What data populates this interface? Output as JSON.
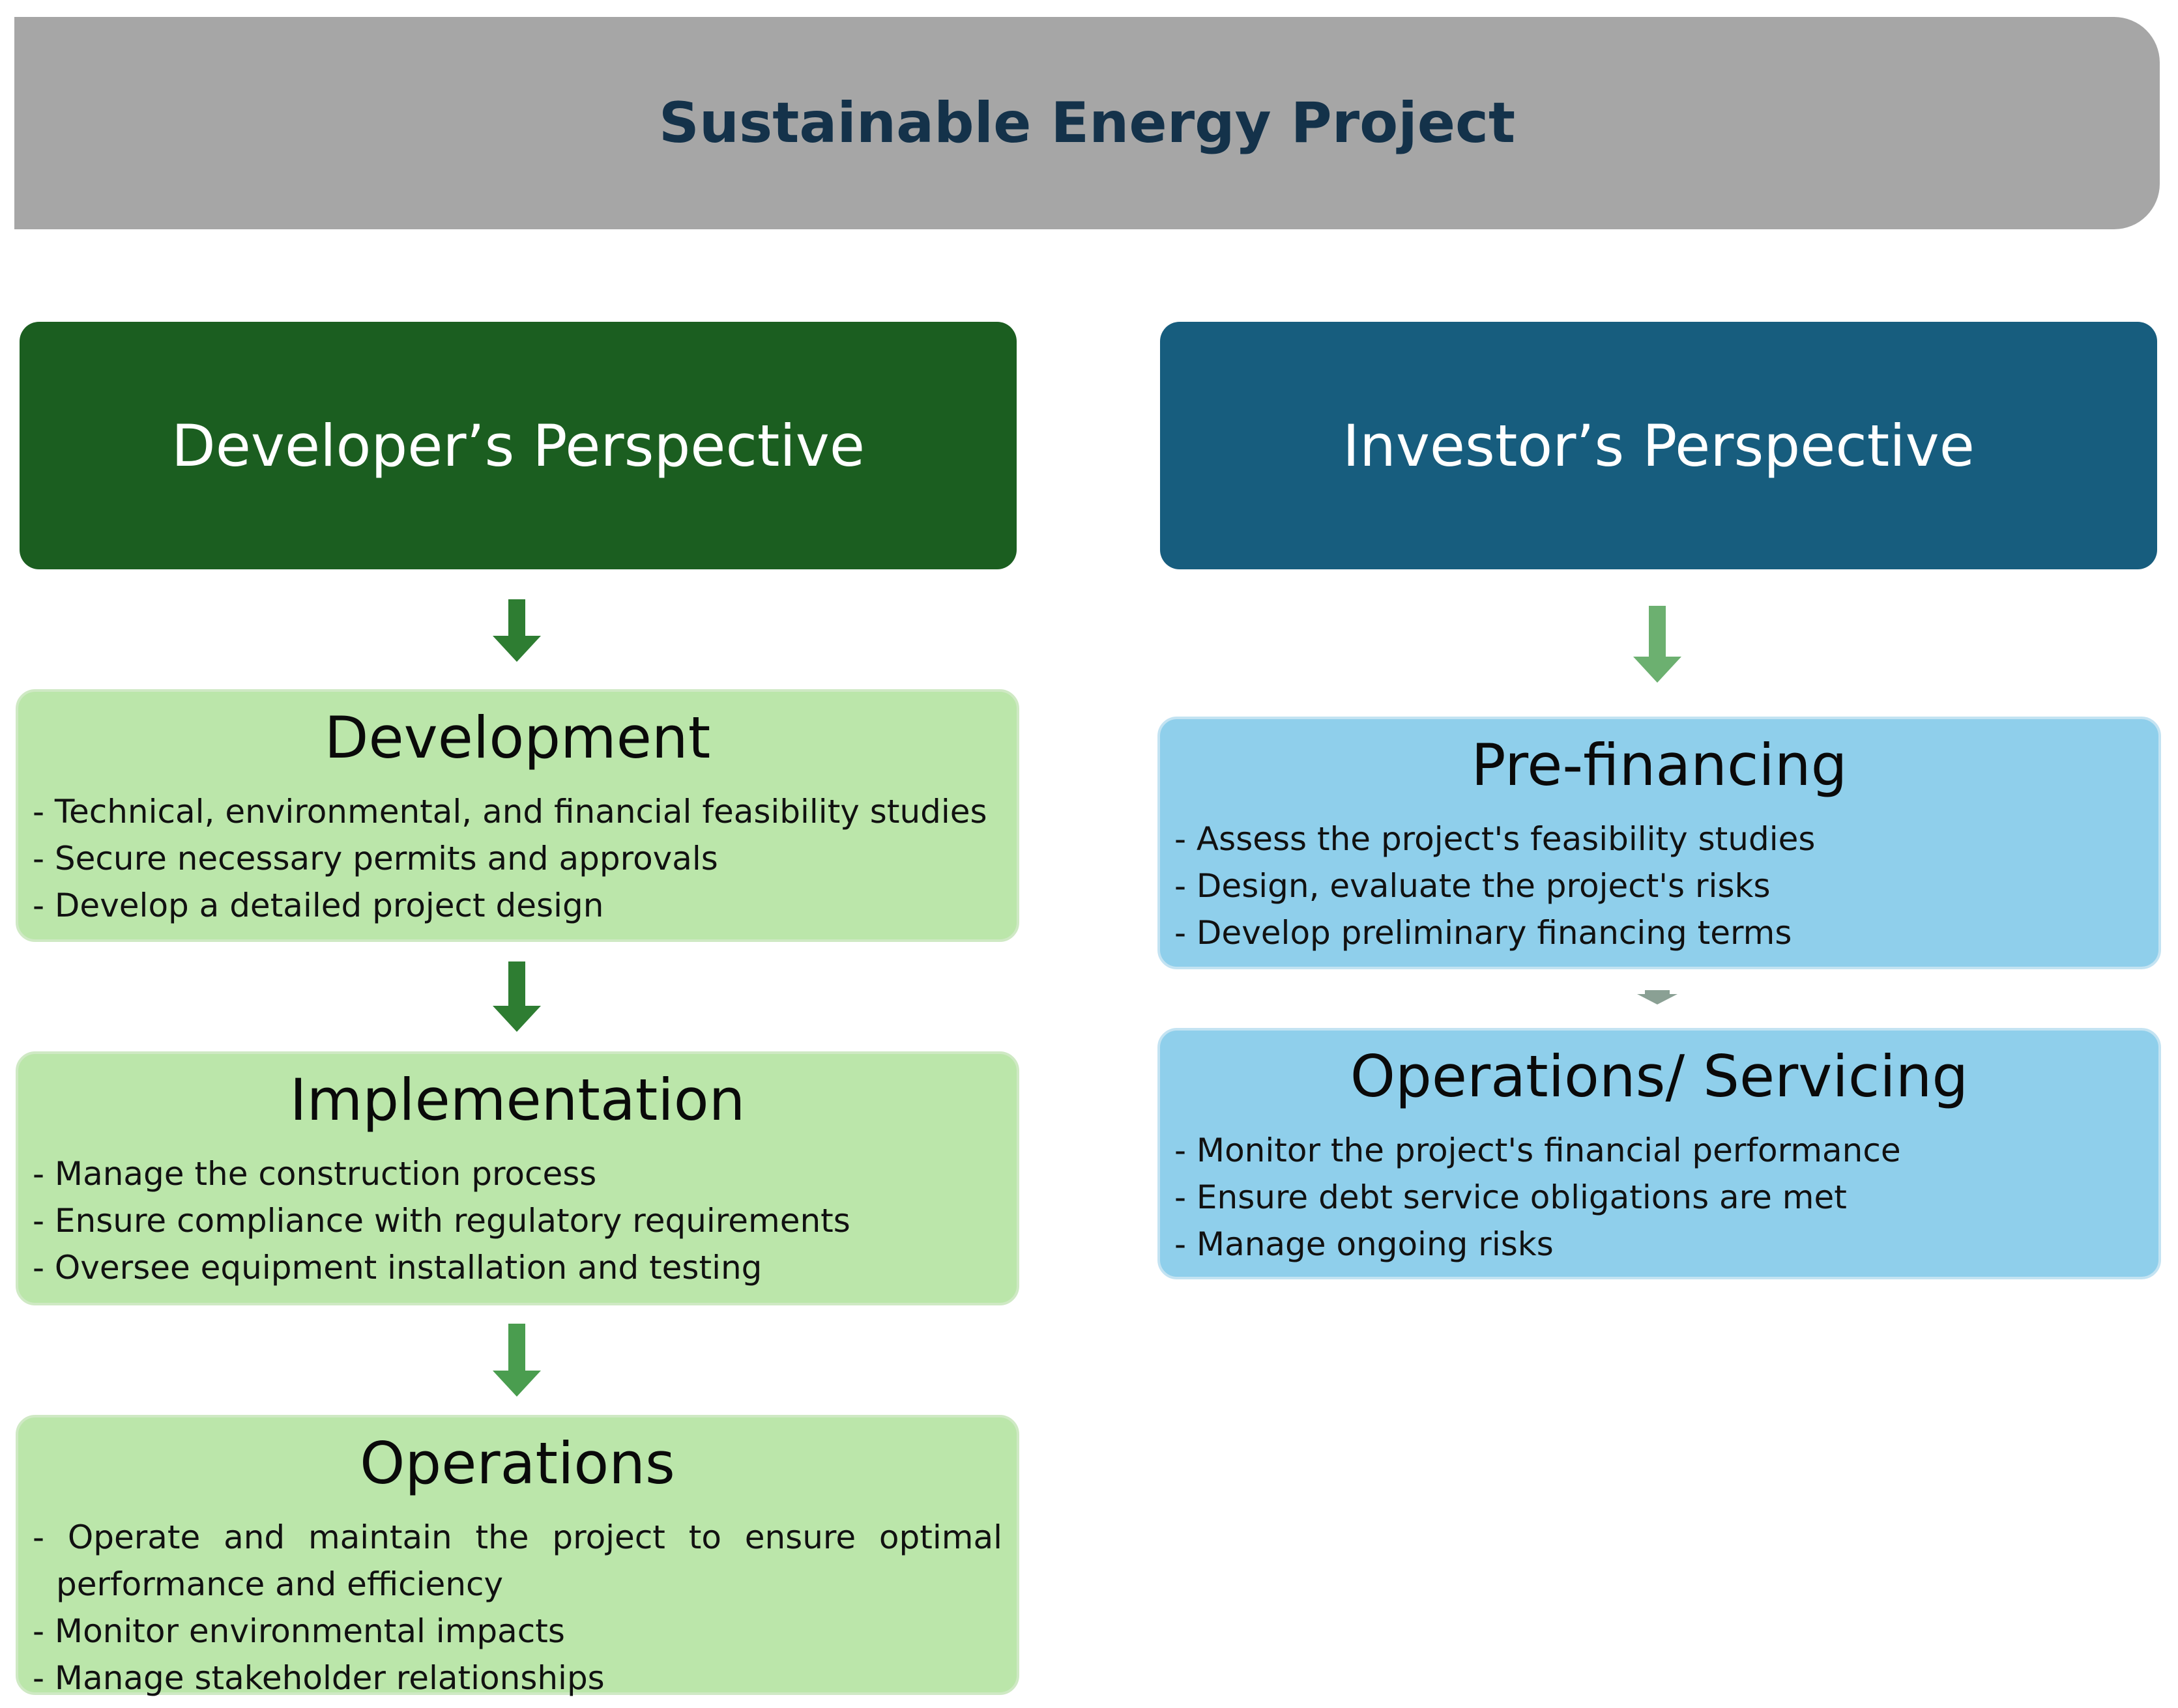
{
  "header": {
    "title": "Sustainable Energy Project"
  },
  "developer": {
    "title": "Developer’s Perspective",
    "stages": [
      {
        "title": "Development",
        "items": [
          "- Technical, environmental, and financial feasibility studies",
          "- Secure necessary permits and approvals",
          "- Develop a detailed project design"
        ]
      },
      {
        "title": "Implementation",
        "items": [
          "- Manage the construction process",
          "- Ensure compliance with regulatory requirements",
          "- Oversee equipment installation and testing"
        ]
      },
      {
        "title": "Operations",
        "items": [
          "- Operate and maintain the project to ensure optimal performance and efficiency",
          "- Monitor environmental impacts",
          "- Manage stakeholder relationships"
        ]
      }
    ]
  },
  "investor": {
    "title": "Investor’s Perspective",
    "stages": [
      {
        "title": "Pre-financing",
        "items": [
          "- Assess the project's feasibility studies",
          "- Design, evaluate the project's risks",
          "- Develop preliminary financing terms"
        ]
      },
      {
        "title": "Operations/ Servicing",
        "items": [
          "- Monitor the project's financial performance",
          "- Ensure debt service obligations are met",
          "- Manage ongoing risks"
        ]
      }
    ]
  },
  "colors": {
    "banner": "#a6a6a6",
    "developer_header": "#1b5e20",
    "investor_header": "#175d7e",
    "developer_card": "#bbe6aa",
    "investor_card": "#8fcfeb",
    "arrow_dark": "#2e7d32",
    "arrow_mid": "#4a9d4f",
    "arrow_light": "#6cb070"
  }
}
